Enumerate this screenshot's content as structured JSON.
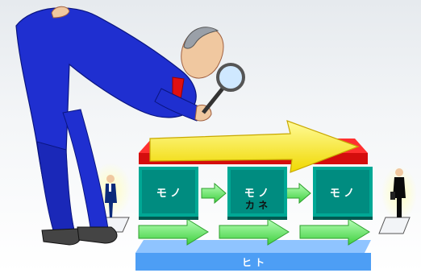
{
  "diagram": {
    "flow_boxes": [
      {
        "label": "モ ノ"
      },
      {
        "label": "モ ノ"
      },
      {
        "label": "モ ノ"
      }
    ],
    "money_label": "カ ネ",
    "people_label": "ヒ ト"
  },
  "colors": {
    "background_top": "#e9edf1",
    "background_bottom": "#ffffff",
    "suit_blue": "#1f2fd0",
    "box_teal": "#008c80",
    "red_band": "#e01010",
    "yellow_arrow": "#f5e71a",
    "green_arrow": "#7ee87e",
    "base_blue": "#4d9ef5"
  }
}
